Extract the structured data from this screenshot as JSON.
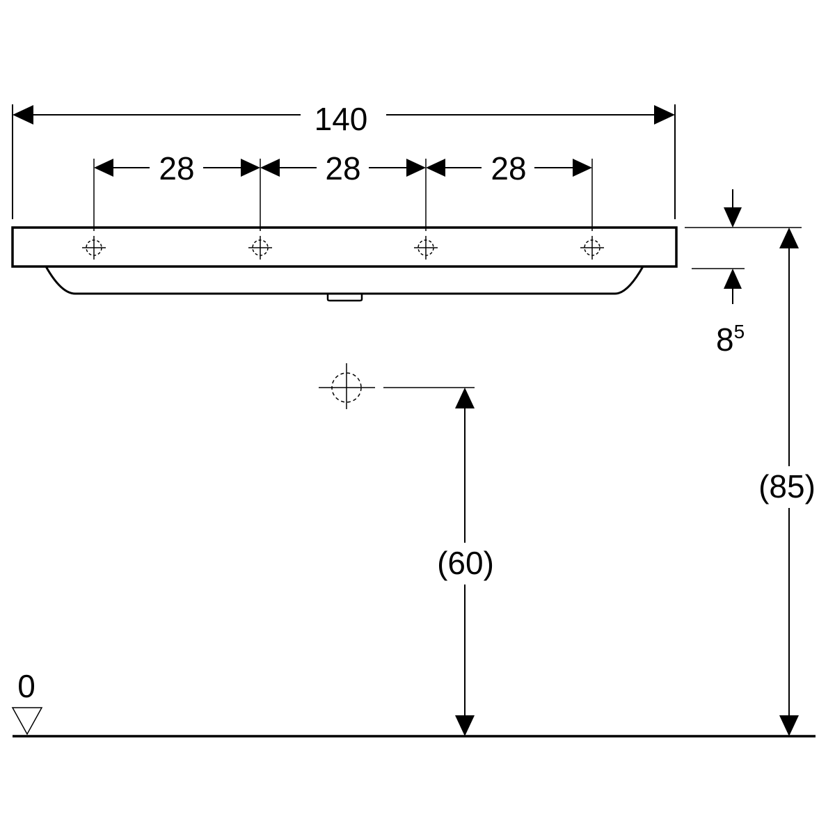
{
  "dimensions": {
    "total_width": "140",
    "spacing": [
      "28",
      "28",
      "28"
    ],
    "rim_thickness": "8",
    "rim_thickness_sup": "5",
    "drain_height": "(60)",
    "rim_height": "(85)",
    "floor_level": "0"
  },
  "colors": {
    "line": "#000000",
    "background": "#ffffff"
  }
}
